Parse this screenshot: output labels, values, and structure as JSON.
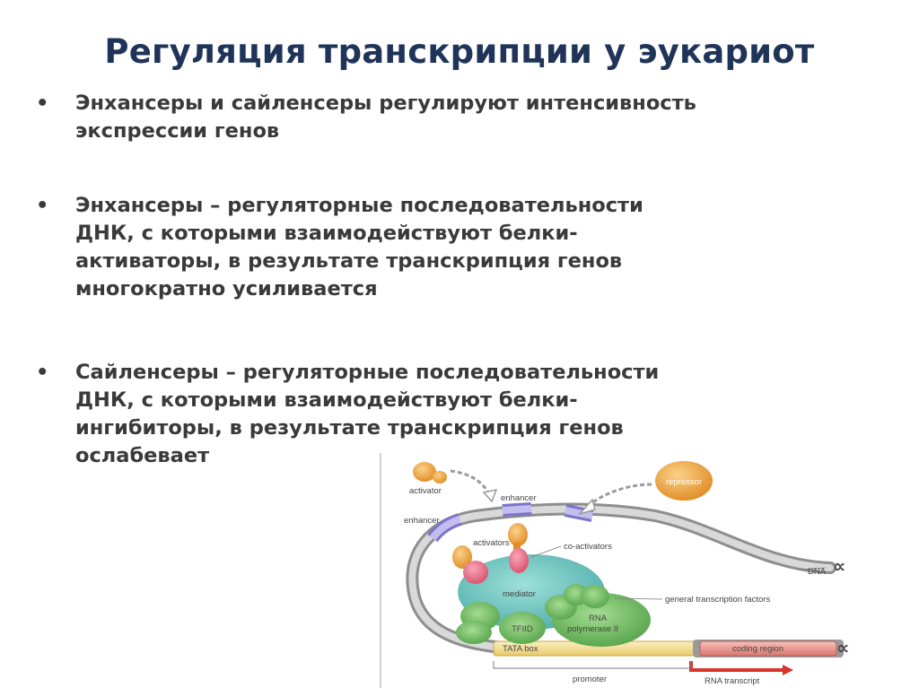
{
  "slide": {
    "title": "Регуляция транскрипции у эукариот",
    "bullet_glyph": "•",
    "bullets": [
      {
        "lines": [
          "Энхансеры и сайленсеры регулируют интенсивность",
          "экспрессии генов"
        ]
      },
      {
        "lines": [
          "Энхансеры – регуляторные последовательности",
          "ДНК, с которыми взаимодействуют белки-",
          "активаторы, в результате транскрипция генов",
          "многократно усиливается"
        ]
      },
      {
        "lines": [
          "Сайленсеры – регуляторные последовательности",
          "ДНК, с которыми взаимодействуют белки-",
          "ингибиторы, в результате транскрипция генов",
          "ослабевает"
        ]
      }
    ]
  },
  "diagram": {
    "labels": {
      "activator": "activator",
      "enhancer_top": "enhancer",
      "enhancer_left": "enhancer",
      "repressor": "repressor",
      "activators": "activators",
      "co_activators": "co-activators",
      "dna": "DNA",
      "mediator": "mediator",
      "general_tf": "general transcription factors",
      "tfiid": "TFIID",
      "rna_pol_1": "RNA",
      "rna_pol_2": "polymerase II",
      "tata_box": "TATA box",
      "coding_region": "coding region",
      "promoter": "promoter",
      "rna_transcript": "RNA transcript"
    },
    "colors": {
      "dna": "#b9b9b9",
      "enhancer_segment": "#b6b0e6",
      "mediator": "#6fc7c2",
      "tf_green": "#6ab85c",
      "activator": "#e8a33a",
      "repressor": "#e8a05a",
      "coactivator": "#e86a86",
      "tata_box": "#f3d98a",
      "coding_region": "#e89088",
      "transcript": "#d8352e"
    }
  }
}
